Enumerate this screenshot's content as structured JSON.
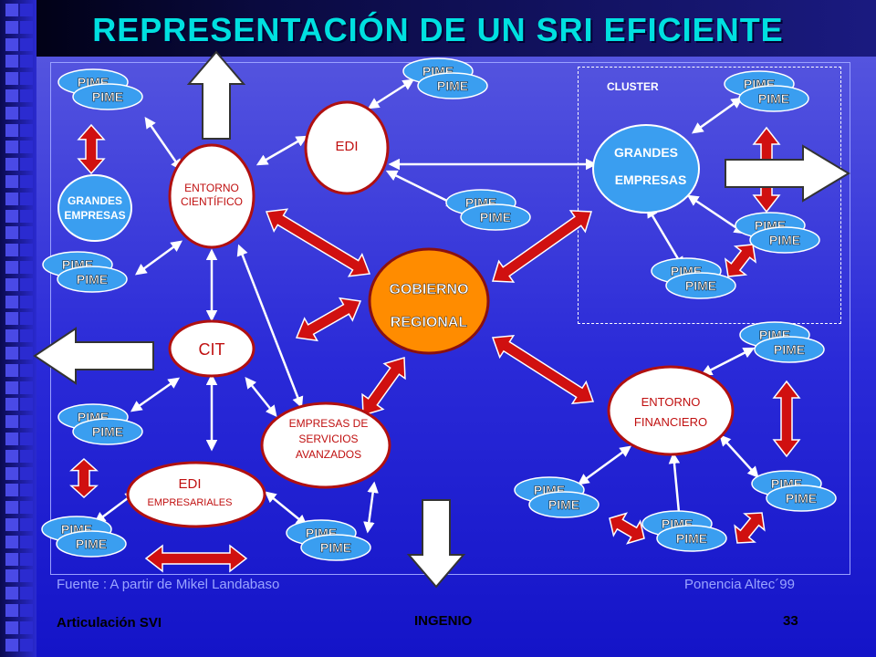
{
  "title": "REPRESENTACIÓN DE UN SRI EFICIENTE",
  "cluster_label": "CLUSTER",
  "nodes": {
    "pime": "PIME",
    "gobierno_line1": "GOBIERNO",
    "gobierno_line2": "REGIONAL",
    "edi": "EDI",
    "entorno_cientifico_1": "ENTORNO",
    "entorno_cientifico_2": "CIENTÍFICO",
    "grandes_1": "GRANDES",
    "grandes_2": "EMPRESAS",
    "cit": "CIT",
    "servicios_1": "EMPRESAS DE",
    "servicios_2": "SERVICIOS",
    "servicios_3": "AVANZADOS",
    "edi_emp_1": "EDI",
    "edi_emp_2": "EMPRESARIALES",
    "financiero_1": "ENTORNO",
    "financiero_2": "FINANCIERO"
  },
  "source": {
    "left": "Fuente :  A partir de Mikel Landabaso",
    "right": "Ponencia Altec´99"
  },
  "footer": {
    "left": "Articulación SVI",
    "center": "INGENIO",
    "page": "33"
  },
  "colors": {
    "pime_fill": "#3a9ef0",
    "gobierno_fill": "#ff8c00",
    "red_arrow": "#d01010",
    "white_node": "#ffffff",
    "title": "#00e0e0"
  }
}
